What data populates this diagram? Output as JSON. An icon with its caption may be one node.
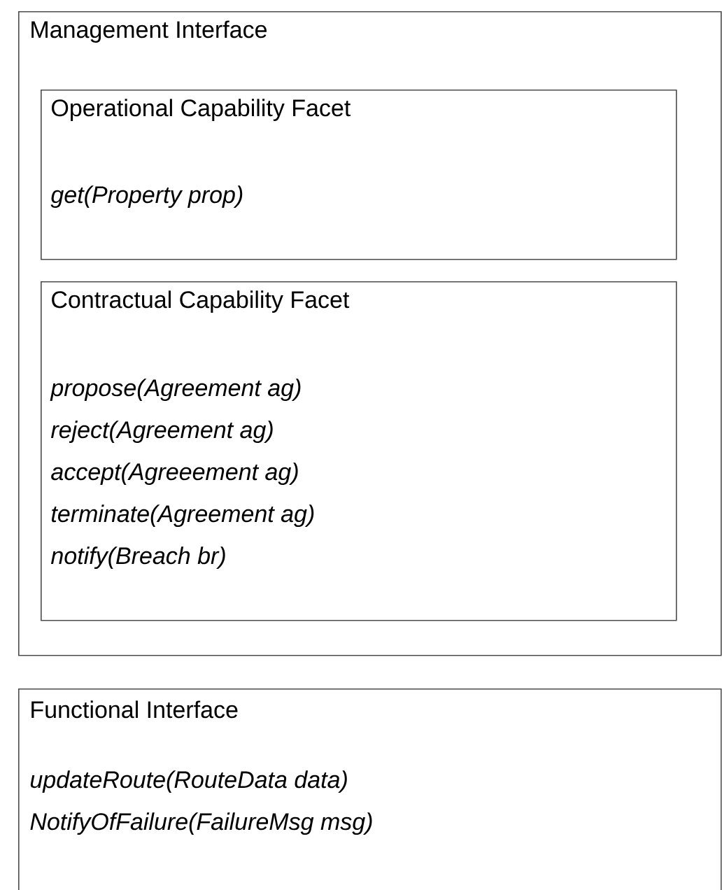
{
  "diagram": {
    "nodes": [
      {
        "text": [
          "Management Interface"
        ]
      },
      {
        "text": [
          "Operational Capability Facet",
          "get(Property prop)"
        ],
        "in": 0
      },
      {
        "text": [
          "Contractual Capability Facet",
          "propose(Agreement ag)",
          "reject(Agreement ag)",
          "accept(Agreeement ag)",
          "terminate(Agreement ag)",
          "notify(Breach br)"
        ],
        "in": 0
      },
      {
        "text": [
          "Functional Interface",
          "updateRoute(RouteData data)",
          "NotifyOfFailure(FailureMsg msg)"
        ]
      }
    ]
  }
}
